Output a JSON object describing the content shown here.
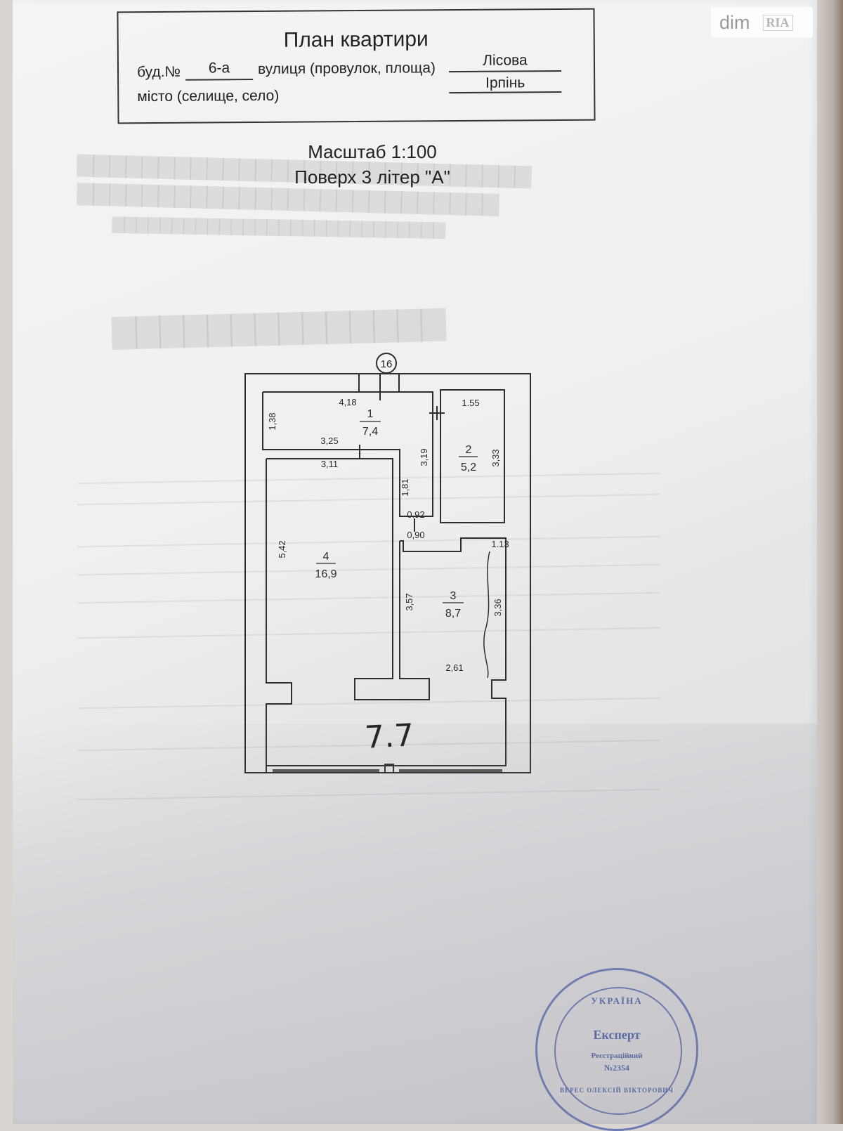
{
  "title_block": {
    "title": "План квартири",
    "building_label": "буд.№",
    "building_no": "6-а",
    "street_label": "вулиця (провулок, площа)",
    "street": "Лісова",
    "city_label": "місто (селище, село)",
    "city": "Ірпінь"
  },
  "scale": "Масштаб 1:100",
  "floor": "Поверх 3 літер \"А\"",
  "plan": {
    "axis_marker": "16",
    "rooms": [
      {
        "number": "1",
        "area": "7,4"
      },
      {
        "number": "2",
        "area": "5,2"
      },
      {
        "number": "3",
        "area": "8,7"
      },
      {
        "number": "4",
        "area": "16,9"
      }
    ],
    "dimensions": [
      "4,18",
      "1,38",
      "3,25",
      "3,11",
      "3,19",
      "1,81",
      "1.55",
      "3,33",
      "0.92",
      "0,90",
      "1.13",
      "5,42",
      "3,57",
      "3,36",
      "2,61"
    ],
    "handwritten_note": "7.7"
  },
  "stamp": {
    "country": "УКРАЇНА",
    "role": "Експерт",
    "reg_label": "Реєстраційний",
    "reg_no": "№2354",
    "ring_text": "ВЕРЕС ОЛЕКСІЙ ВІКТОРОВИЧ"
  },
  "watermark": {
    "brand": "dim",
    "sub": "RIA"
  },
  "colors": {
    "ink": "#2a2a2a",
    "stamp": "#4a5aa8",
    "paper": "#f1f1f1"
  }
}
